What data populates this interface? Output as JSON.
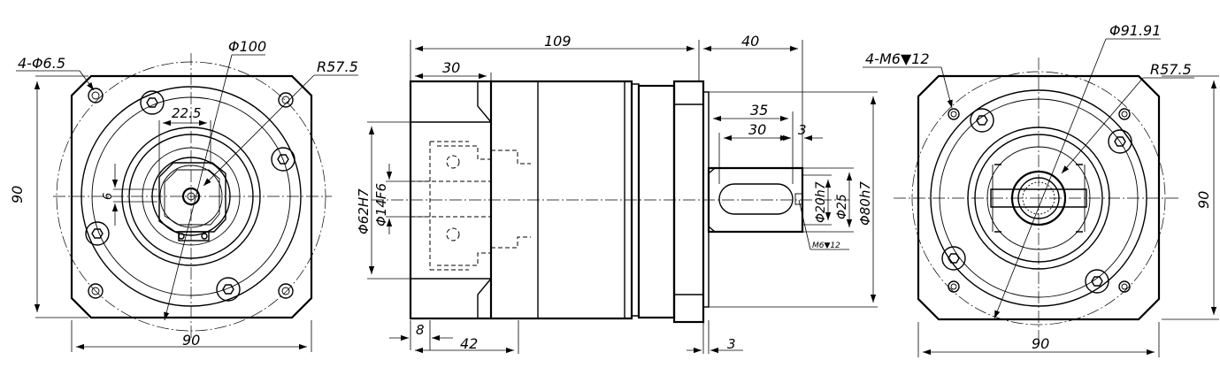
{
  "front_view": {
    "hole_note": "4-Φ6.5",
    "pcd": "Φ100",
    "radius": "R57.5",
    "width_dim": "90",
    "height_dim": "90",
    "key_width": "22.5",
    "key_height": "6"
  },
  "side_view": {
    "overall_length": "109",
    "shaft_length": "40",
    "flange_length": "30",
    "key_length_outer": "35",
    "key_length_inner": "30",
    "key_offset": "3",
    "bore_dia": "Φ62H7",
    "input_dia": "Φ14F6",
    "shaft_dia": "Φ20h7",
    "shaft_shoulder_dia": "Φ25",
    "pilot_dia": "Φ80h7",
    "center_thread": "M6▼12",
    "bottom_left_dim": "8",
    "bottom_mid_dim": "42",
    "bottom_right_dim": "3"
  },
  "rear_view": {
    "thread_note": "4-M6▼12",
    "pcd": "Φ91.91",
    "radius": "R57.5",
    "width_dim": "90",
    "height_dim": "90"
  }
}
